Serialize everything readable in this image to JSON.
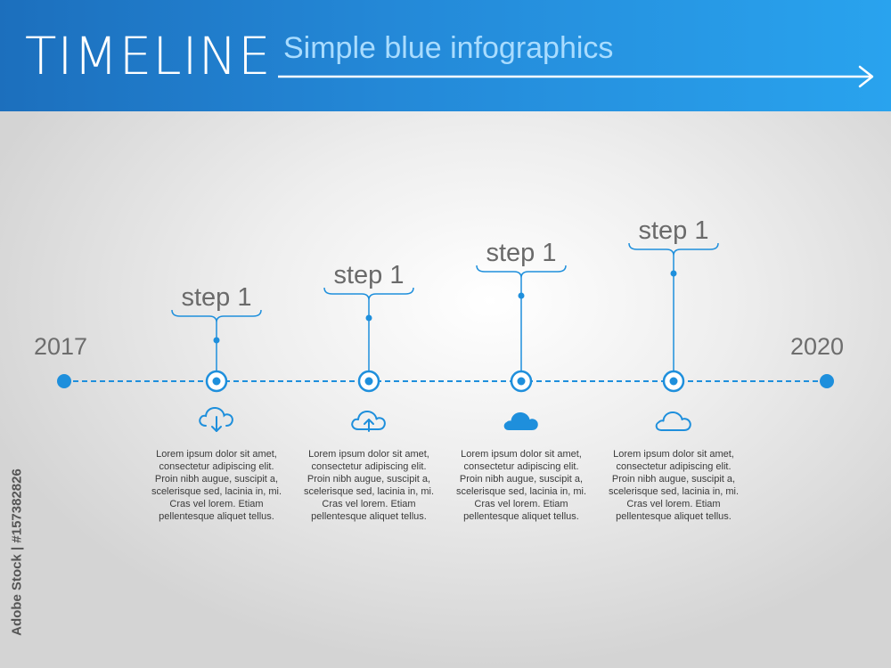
{
  "header": {
    "title": "TIMELINE",
    "subtitle": "Simple blue infographics"
  },
  "timeline": {
    "start_year": "2017",
    "end_year": "2020",
    "steps": [
      {
        "label": "step 1",
        "icon": "cloud-download-icon",
        "description": "Lorem ipsum dolor sit amet, consectetur adipiscing elit. Proin nibh augue, suscipit a, scelerisque sed, lacinia in, mi. Cras vel lorem. Etiam pellentesque aliquet tellus."
      },
      {
        "label": "step 1",
        "icon": "cloud-upload-icon",
        "description": "Lorem ipsum dolor sit amet, consectetur adipiscing elit. Proin nibh augue, suscipit a, scelerisque sed, lacinia in, mi. Cras vel lorem. Etiam pellentesque aliquet tellus."
      },
      {
        "label": "step 1",
        "icon": "cloud-filled-icon",
        "description": "Lorem ipsum dolor sit amet, consectetur adipiscing elit. Proin nibh augue, suscipit a, scelerisque sed, lacinia in, mi. Cras vel lorem. Etiam pellentesque aliquet tellus."
      },
      {
        "label": "step 1",
        "icon": "cloud-outline-icon",
        "description": "Lorem ipsum dolor sit amet, consectetur adipiscing elit. Proin nibh augue, suscipit a, scelerisque sed, lacinia in, mi. Cras vel lorem. Etiam pellentesque aliquet tellus."
      }
    ]
  },
  "watermark": "Adobe Stock | #157382826",
  "colors": {
    "accent": "#1e8fdc",
    "header_start": "#1c6fbd",
    "header_end": "#29a3ee",
    "text_gray": "#6a6a6a"
  }
}
